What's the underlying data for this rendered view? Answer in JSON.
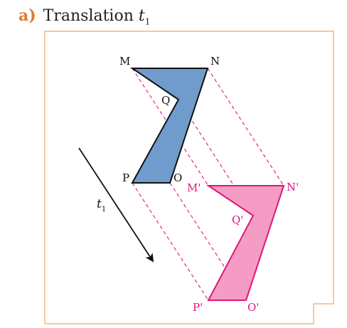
{
  "heading": {
    "letter": "a)",
    "title": "Translation",
    "variable": "t",
    "subscript": "1"
  },
  "vector_label": {
    "variable": "t",
    "subscript": "1"
  },
  "original_points": {
    "M": "M",
    "N": "N",
    "Q": "Q",
    "P": "P",
    "O": "O"
  },
  "image_points": {
    "M": "M'",
    "N": "N'",
    "Q": "Q'",
    "P": "P'",
    "O": "O'"
  },
  "colors": {
    "frame": "#f0a868",
    "heading_letter": "#e07a2e",
    "original_fill": "#6f9ccd",
    "original_stroke": "#111111",
    "image_fill": "#f49cc4",
    "image_stroke": "#e0157a",
    "dashed_lines": "#e0157a"
  }
}
